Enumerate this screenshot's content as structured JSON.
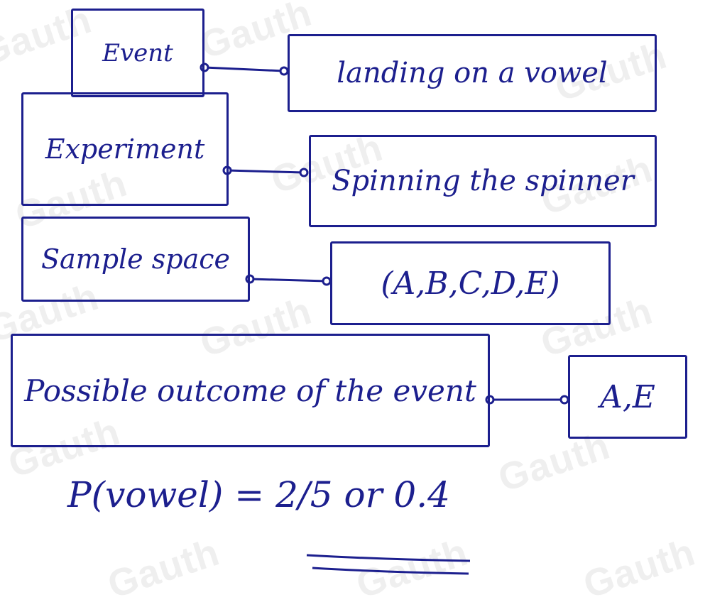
{
  "diagram": {
    "rows": [
      {
        "label": "Event",
        "value": "landing on a vowel"
      },
      {
        "label": "Experiment",
        "value": "Spinning the spinner"
      },
      {
        "label": "Sample space",
        "value": "(A,B,C,D,E)"
      },
      {
        "label": "Possible outcome of the event",
        "value": "A,E"
      }
    ],
    "formula": {
      "lhs": "P(vowel)",
      "equals": "=",
      "fraction": "2/5",
      "or": "or",
      "decimal": "0.4"
    }
  },
  "watermark": "Gauth",
  "colors": {
    "ink": "#1c1f8e",
    "watermark": "#efefef",
    "background": "#ffffff"
  }
}
